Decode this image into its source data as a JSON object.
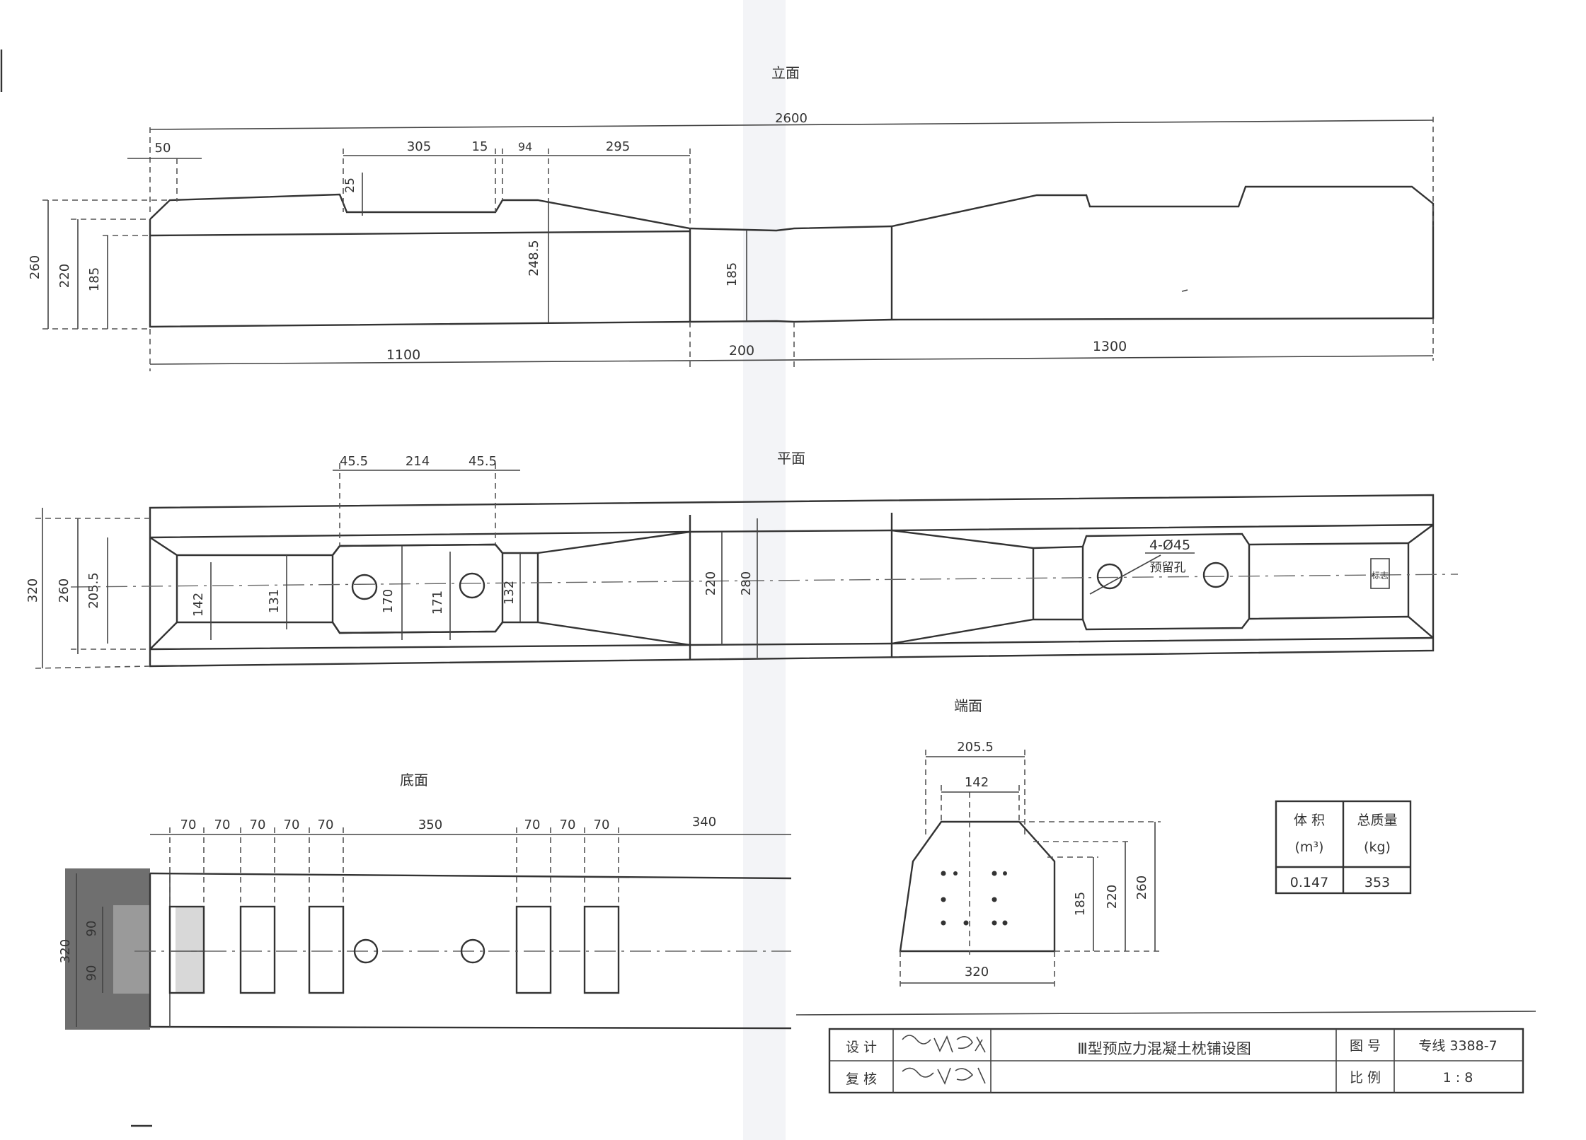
{
  "views": {
    "elevation": {
      "title": "立面"
    },
    "plan": {
      "title": "平面"
    },
    "bottom": {
      "title": "底面"
    },
    "end": {
      "title": "端面"
    }
  },
  "dims": {
    "elevation": {
      "total": "2600",
      "d50": "50",
      "d305": "305",
      "d15": "15",
      "d94": "94",
      "d295": "295",
      "d25": "25",
      "h260": "260",
      "h220": "220",
      "h185": "185",
      "h248": "248.5",
      "h185c": "185",
      "s1100": "1100",
      "s200": "200",
      "s1300": "1300"
    },
    "plan": {
      "w45a": "45.5",
      "w214": "214",
      "w45b": "45.5",
      "h320": "320",
      "h260": "260",
      "h205": "205.5",
      "h142": "142",
      "h131": "131",
      "h170": "170",
      "h171": "171",
      "h132": "132",
      "h220": "220",
      "h280": "280",
      "holes": "4-Ø45",
      "holes_note": "预留孔",
      "mark": "标志"
    },
    "bottom": {
      "d1": "70",
      "d2": "70",
      "d3": "70",
      "d4": "70",
      "d5": "70",
      "d350": "350",
      "d6": "70",
      "d7": "70",
      "d8": "70",
      "d340": "340",
      "h320": "320",
      "h90a": "90",
      "h90b": "90"
    },
    "end": {
      "top205": "205.5",
      "top142": "142",
      "h185": "185",
      "h220": "220",
      "h260": "260",
      "base320": "320"
    }
  },
  "qty_table": {
    "head1_line1": "体 积",
    "head1_line2": "(m³)",
    "head2_line1": "总质量",
    "head2_line2": "(kg)",
    "volume": "0.147",
    "mass": "353"
  },
  "title_block": {
    "design_label": "设 计",
    "review_label": "复 核",
    "drawing_title": "Ⅲ型预应力混凝土枕铺设图",
    "drawing_no_label": "图 号",
    "drawing_no": "专线 3388-7",
    "scale_label": "比 例",
    "scale": "1 : 8"
  }
}
